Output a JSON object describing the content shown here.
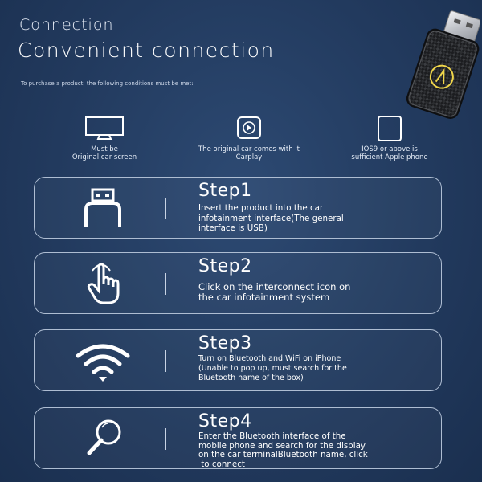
{
  "header": {
    "section": "Connection",
    "title": "Convenient connection",
    "conditions": "To purchase a product, the following conditions must be met:"
  },
  "requirements": [
    {
      "icon": "monitor-icon",
      "label_lines": [
        "Must be",
        "Original car screen"
      ]
    },
    {
      "icon": "carplay-icon",
      "label_lines": [
        "The original car comes with it",
        "Carplay"
      ]
    },
    {
      "icon": "phone-icon",
      "label_lines": [
        "IOS9 or above is",
        "sufficient Apple phone"
      ]
    }
  ],
  "steps": [
    {
      "title": "Step1",
      "icon": "usb-icon",
      "desc_lines": [
        "Insert the product into the car",
        "infotainment interface(The general",
        "interface is USB)"
      ]
    },
    {
      "title": "Step2",
      "icon": "tap-hand-icon",
      "desc_lines": [
        "Click on the interconnect icon on",
        "the car infotainment system"
      ]
    },
    {
      "title": "Step3",
      "icon": "wifi-icon",
      "desc_lines": [
        "Turn on Bluetooth and WiFi on iPhone",
        "(Unable to pop up, must search for the",
        "Bluetooth name of the box)"
      ]
    },
    {
      "title": "Step4",
      "icon": "search-icon",
      "desc_lines": [
        "Enter the Bluetooth interface of the",
        "mobile phone and search for the display",
        "on the car terminalBluetooth name, click",
        " to connect"
      ]
    }
  ],
  "colors": {
    "background": "#223a5e",
    "border": "#aebdd2",
    "text": "#ffffff"
  }
}
